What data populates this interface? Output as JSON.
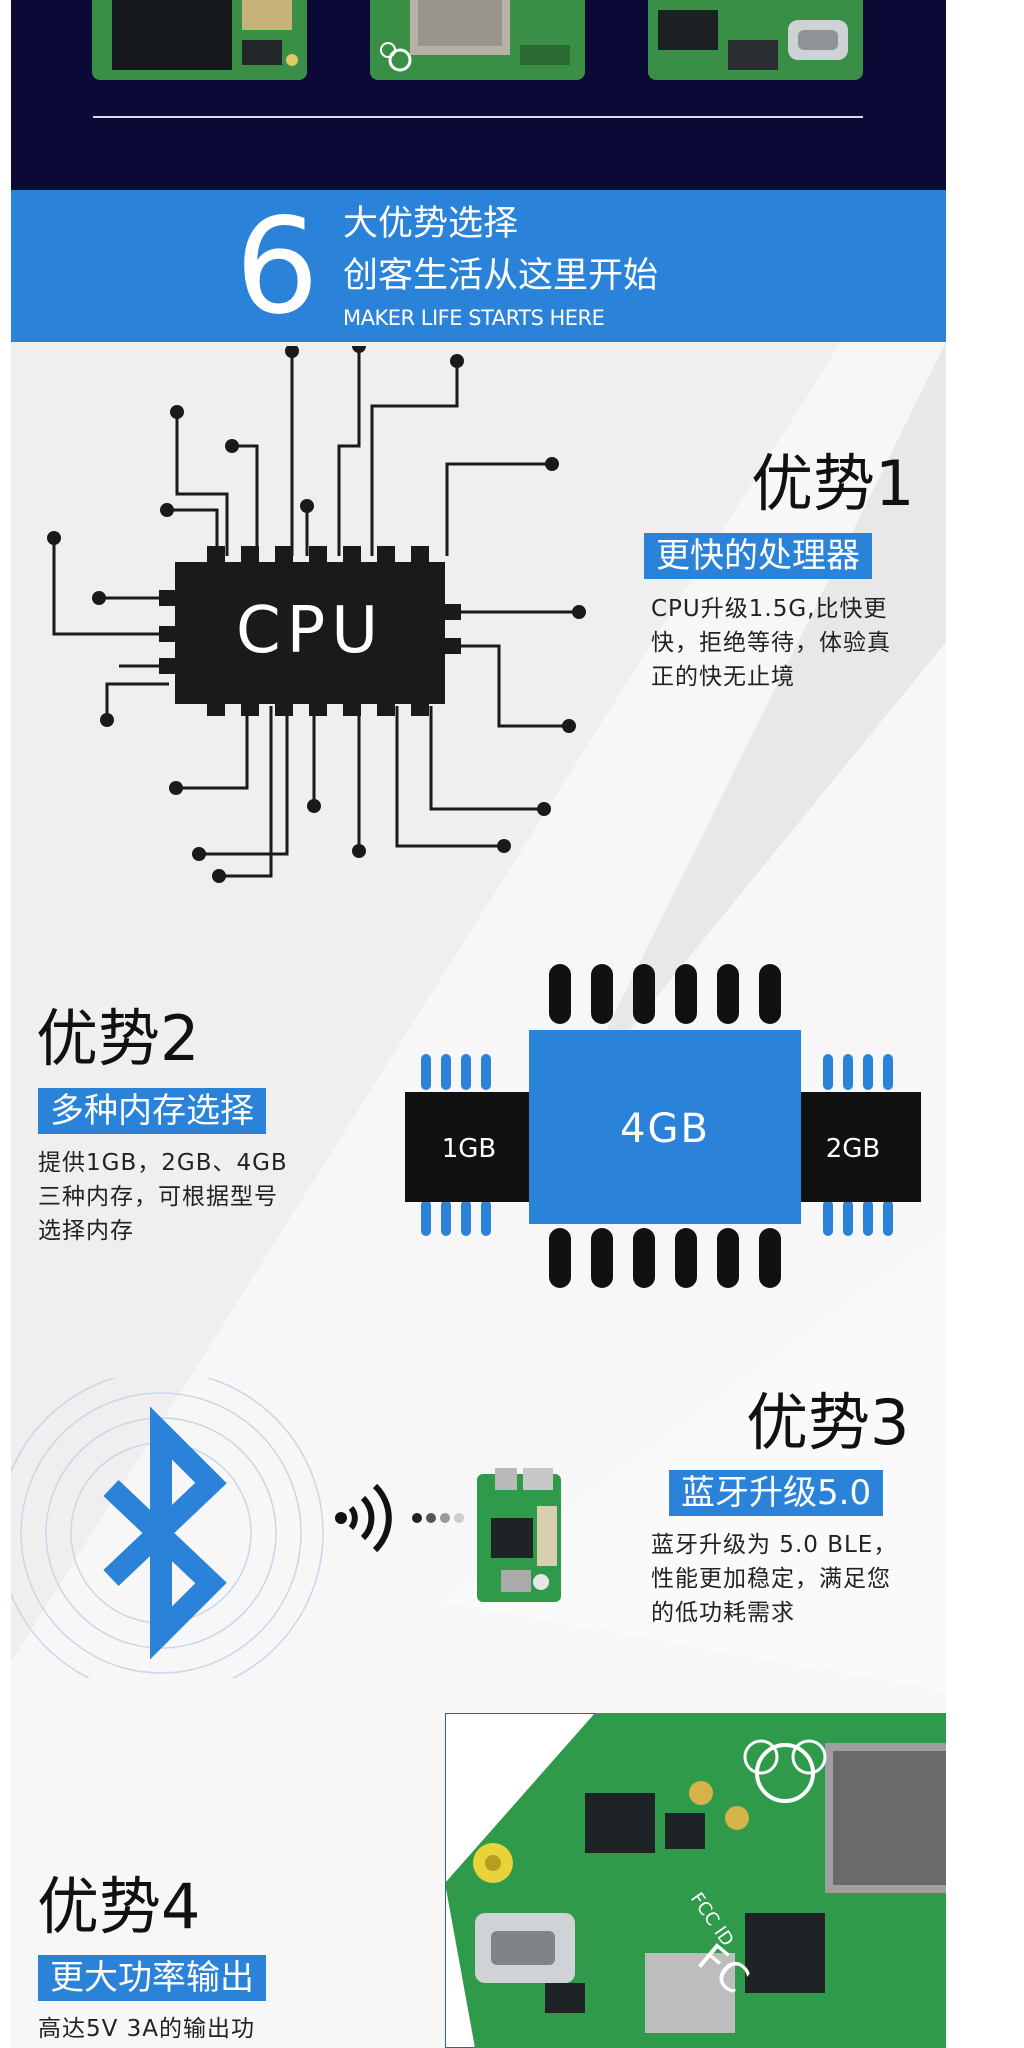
{
  "banner": {
    "number": "6",
    "line1": "大优势选择",
    "line2": "创客生活从这里开始",
    "english": "MAKER LIFE STARTS HERE"
  },
  "advantages": [
    {
      "title": "优势1",
      "tag": "更快的处理器",
      "desc": [
        "CPU升级1.5G,比快更",
        "快，拒绝等待，体验真",
        "正的快无止境"
      ],
      "graphic_label": "CPU"
    },
    {
      "title": "优势2",
      "tag": "多种内存选择",
      "desc": [
        "提供1GB，2GB、4GB",
        "三种内存，可根据型号",
        "选择内存"
      ],
      "graphic_labels": {
        "left": "1GB",
        "center": "4GB",
        "right": "2GB"
      }
    },
    {
      "title": "优势3",
      "tag": "蓝牙升级5.0",
      "desc": [
        "蓝牙升级为 5.0 BLE，",
        "性能更加稳定，满足您",
        "的低功耗需求"
      ]
    },
    {
      "title": "优势4",
      "tag": "更大功率输出",
      "desc": [
        "高达5V 3A的输出功"
      ]
    }
  ],
  "colors": {
    "accent": "#2b82d9",
    "dark_header": "#0b0a36",
    "page_bg": "#efefef",
    "board_green": "#2e9a4a"
  },
  "icons": [
    "cpu-chip-icon",
    "memory-chip-icon",
    "bluetooth-icon",
    "wifi-signal-icon",
    "raspberry-pi-board-icon"
  ]
}
